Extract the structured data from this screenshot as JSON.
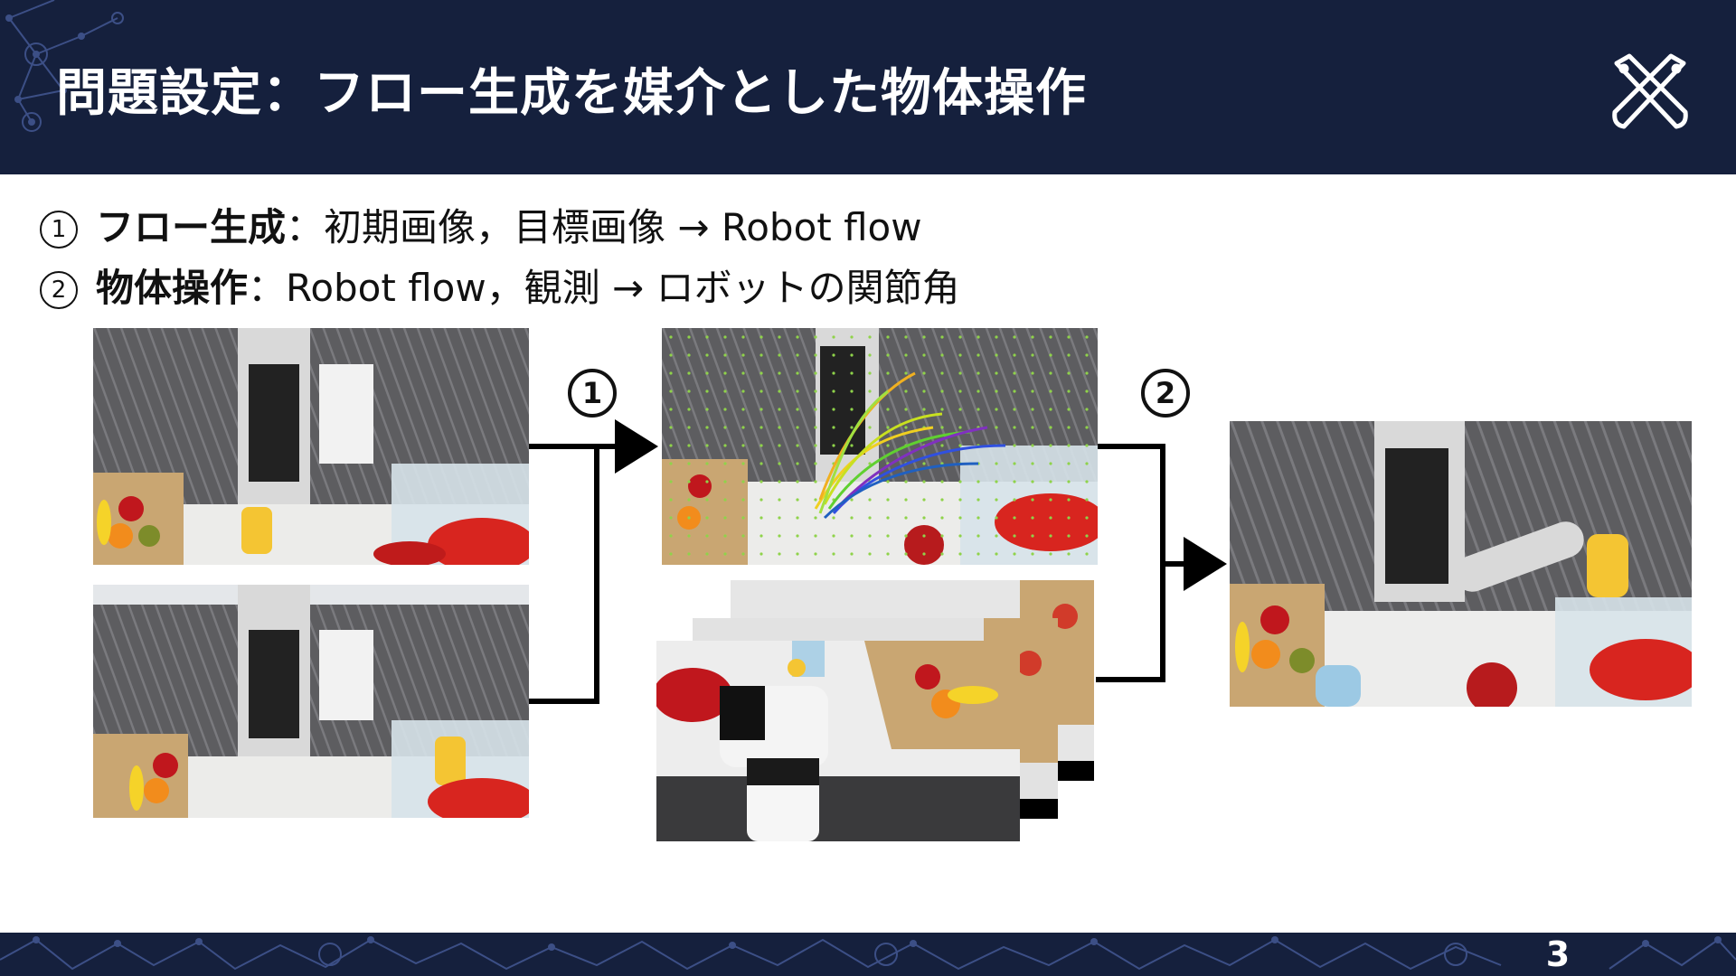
{
  "slide": {
    "title": "問題設定：フロー生成を媒介とした物体操作",
    "page_number": "3"
  },
  "steps": [
    {
      "mark": "1",
      "term": "フロー生成",
      "separator": "：",
      "desc": "初期画像，目標画像 → Robot flow"
    },
    {
      "mark": "2",
      "term": "物体操作",
      "separator": "：",
      "desc": "Robot flow，観測 → ロボットの関節角"
    }
  ],
  "diagram": {
    "stage_marks": [
      "1",
      "2"
    ]
  },
  "colors": {
    "navy": "#15203d",
    "network": "#3c4f86",
    "arrow": "#000000"
  },
  "icons": [
    "logo-icon",
    "network-pattern-icon"
  ]
}
